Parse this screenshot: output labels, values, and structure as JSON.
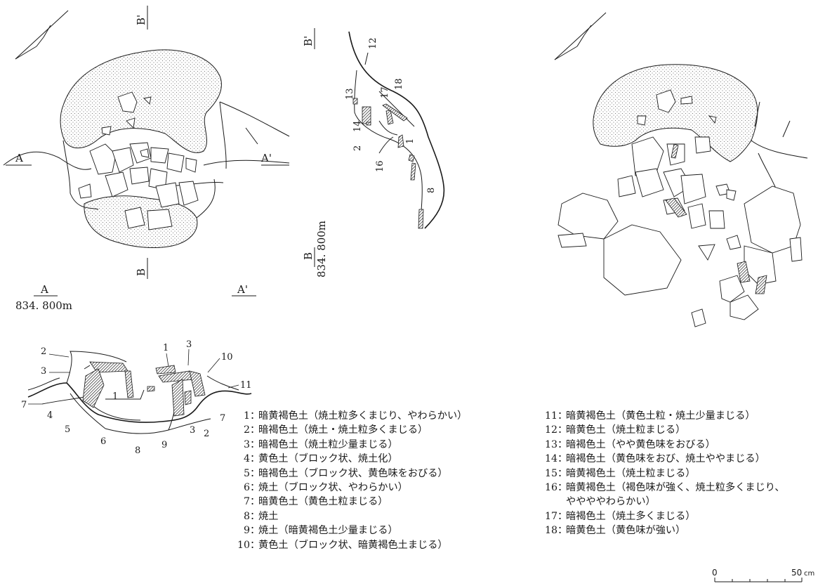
{
  "labels": {
    "a": "A",
    "a_prime": "A'",
    "b": "B",
    "b_prime": "B'",
    "elevation": "834. 800m"
  },
  "section_numbers": {
    "main": [
      "1",
      "2",
      "3",
      "4",
      "5",
      "6",
      "7",
      "8",
      "9",
      "10",
      "11"
    ],
    "b_section": [
      "1",
      "2",
      "8",
      "12",
      "13",
      "14",
      "16",
      "17",
      "18"
    ]
  },
  "legend_left": [
    {
      "n": "1",
      "sep": "：",
      "text": "暗黄褐色土（焼土粒多くまじり、やわらかい）"
    },
    {
      "n": "2",
      "sep": "：",
      "text": "暗褐色土（焼土・焼土粒多くまじる）"
    },
    {
      "n": "3",
      "sep": "：",
      "text": "暗褐色土（焼土粒少量まじる）"
    },
    {
      "n": "4",
      "sep": "：",
      "text": "黄色土（ブロック状、焼土化）"
    },
    {
      "n": "5",
      "sep": "：",
      "text": "暗褐色土（ブロック状、黄色味をおびる）"
    },
    {
      "n": "6",
      "sep": "：",
      "text": "焼土（ブロック状、やわらかい）"
    },
    {
      "n": "7",
      "sep": "：",
      "text": "暗黄色土（黄色土粒まじる）"
    },
    {
      "n": "8",
      "sep": "：",
      "text": "焼土"
    },
    {
      "n": "9",
      "sep": "：",
      "text": "焼土（暗黄褐色土少量まじる）"
    },
    {
      "n": "10",
      "sep": "：",
      "text": "黄色土（ブロック状、暗黄褐色土まじる）"
    }
  ],
  "legend_right": [
    {
      "n": "11",
      "sep": "：",
      "text": "暗黄褐色土（黄色土粒・焼土少量まじる）"
    },
    {
      "n": "12",
      "sep": "：",
      "text": "暗黄色土（焼土粒まじる）"
    },
    {
      "n": "13",
      "sep": "：",
      "text": "暗褐色土（やや黄色味をおびる）"
    },
    {
      "n": "14",
      "sep": "：",
      "text": "暗褐色土（黄色味をおび、焼土ややまじる）"
    },
    {
      "n": "15",
      "sep": "：",
      "text": "暗黄褐色土（焼土粒まじる）"
    },
    {
      "n": "16",
      "sep": "：",
      "text": "暗黄褐色土（褐色味が強く、焼土粒多くまじり、"
    },
    {
      "n": "",
      "sep": "",
      "text": "ややややわらかい）"
    },
    {
      "n": "17",
      "sep": "：",
      "text": "暗褐色土（焼土多くまじる）"
    },
    {
      "n": "18",
      "sep": "：",
      "text": "暗黄色土（黄色味が強い）"
    }
  ],
  "scale": {
    "zero": "0",
    "max": "50",
    "unit": "cm"
  }
}
